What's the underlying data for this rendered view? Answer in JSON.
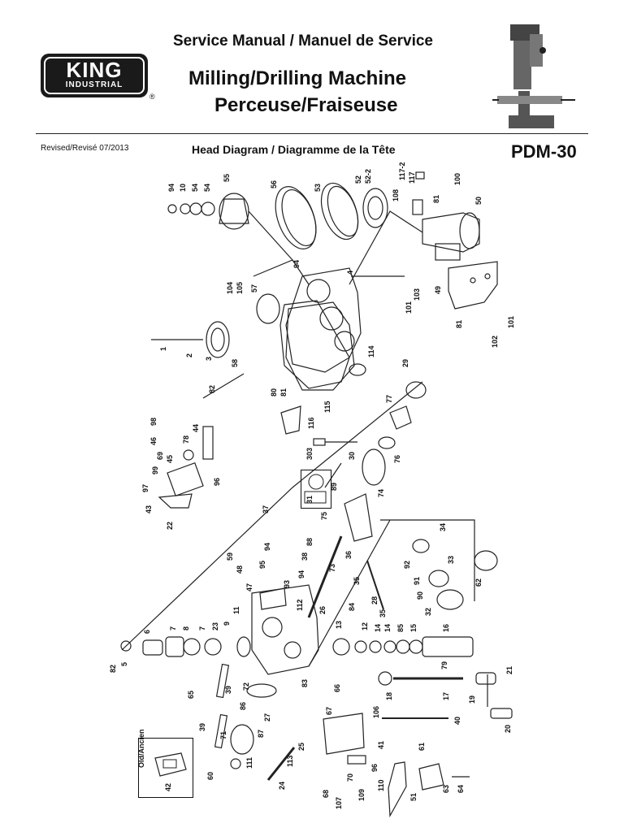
{
  "header": {
    "service_manual": "Service Manual / Manuel de Service",
    "title_en": "Milling/Drilling Machine",
    "title_fr": "Perceuse/Fraiseuse",
    "revised": "Revised/Revisé 07/2013",
    "diagram_title": "Head Diagram / Diagramme de la Tête",
    "model": "PDM-30"
  },
  "logo": {
    "line1": "KING",
    "line2": "INDUSTRIAL",
    "registered": "®"
  },
  "callouts": [
    "94",
    "10",
    "54",
    "54",
    "55",
    "56",
    "53",
    "52",
    "52-2",
    "117-2",
    "117",
    "108",
    "100",
    "81",
    "50",
    "4",
    "94",
    "57",
    "105",
    "104",
    "103",
    "49",
    "101",
    "101",
    "81",
    "102",
    "1",
    "2",
    "3",
    "58",
    "82",
    "114",
    "80",
    "81",
    "115",
    "116",
    "29",
    "77",
    "303",
    "30",
    "76",
    "74",
    "31",
    "89",
    "75",
    "98",
    "46",
    "78",
    "44",
    "69",
    "45",
    "99",
    "97",
    "96",
    "43",
    "22",
    "37",
    "59",
    "48",
    "95",
    "94",
    "38",
    "47",
    "94",
    "93",
    "88",
    "36",
    "73",
    "35",
    "92",
    "33",
    "34",
    "91",
    "90",
    "32",
    "62",
    "28",
    "35",
    "84",
    "26",
    "112",
    "11",
    "6",
    "7",
    "8",
    "7",
    "23",
    "9",
    "5",
    "82",
    "13",
    "12",
    "14",
    "14",
    "85",
    "15",
    "16",
    "65",
    "39",
    "72",
    "86",
    "83",
    "66",
    "79",
    "18",
    "17",
    "19",
    "21",
    "20",
    "39",
    "71",
    "27",
    "87",
    "25",
    "113",
    "111",
    "60",
    "67",
    "106",
    "41",
    "40",
    "61",
    "24",
    "96",
    "70",
    "110",
    "109",
    "68",
    "107",
    "51",
    "63",
    "64",
    "42"
  ],
  "labels": {
    "old": "Old/Ancien"
  }
}
